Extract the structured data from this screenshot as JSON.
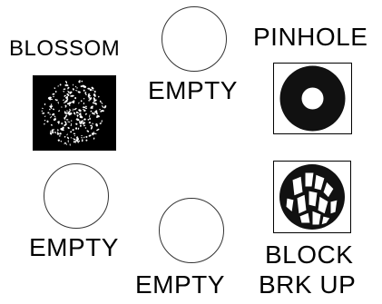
{
  "slots": [
    {
      "label": "BLOSSOM",
      "icon": "blossom-gobo-icon"
    },
    {
      "label": "EMPTY",
      "icon": "empty-slot-icon"
    },
    {
      "label": "PINHOLE",
      "icon": "pinhole-gobo-icon"
    },
    {
      "label": "EMPTY",
      "icon": "empty-slot-icon"
    },
    {
      "label": "EMPTY",
      "icon": "empty-slot-icon"
    },
    {
      "label_line1": "BLOCK",
      "label_line2": "BRK UP",
      "icon": "block-breakup-gobo-icon"
    }
  ],
  "colors": {
    "background": "#ffffff",
    "ink": "#000000",
    "outline": "#333333"
  }
}
